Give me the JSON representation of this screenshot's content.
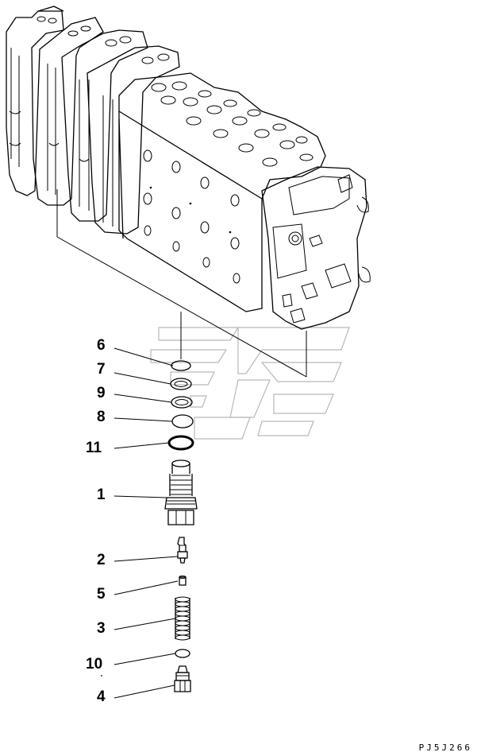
{
  "diagram": {
    "callouts": [
      {
        "id": "6",
        "label": "6"
      },
      {
        "id": "7",
        "label": "7"
      },
      {
        "id": "9",
        "label": "9"
      },
      {
        "id": "8",
        "label": "8"
      },
      {
        "id": "11",
        "label": "11"
      },
      {
        "id": "1",
        "label": "1"
      },
      {
        "id": "2",
        "label": "2"
      },
      {
        "id": "5",
        "label": "5"
      },
      {
        "id": "3",
        "label": "3"
      },
      {
        "id": "10",
        "label": "10"
      },
      {
        "id": "4",
        "label": "4"
      }
    ],
    "drawing_code": "PJ5J266"
  }
}
